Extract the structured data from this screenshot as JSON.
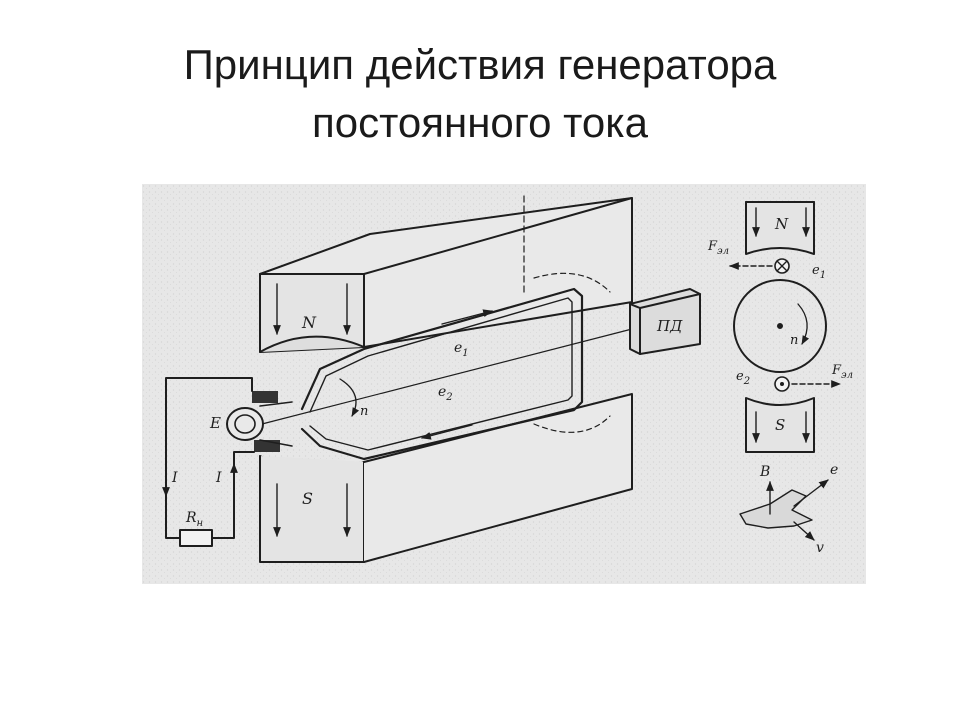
{
  "slide": {
    "title_line1": "Принцип действия генератора",
    "title_line2": "постоянного тока"
  },
  "diagram": {
    "labels": {
      "N": "N",
      "S": "S",
      "PD": "ПД",
      "E": "E",
      "I": "I",
      "R_main": "R",
      "R_sub": "н",
      "e": "e",
      "sub1": "1",
      "sub2": "2",
      "n": "n",
      "F_main": "F",
      "F_sub": "эл",
      "B": "B",
      "v": "v"
    }
  },
  "colors": {
    "figure_background": "#e7e7e7",
    "ink": "#1e1e1e",
    "title": "#1a1a1a"
  }
}
